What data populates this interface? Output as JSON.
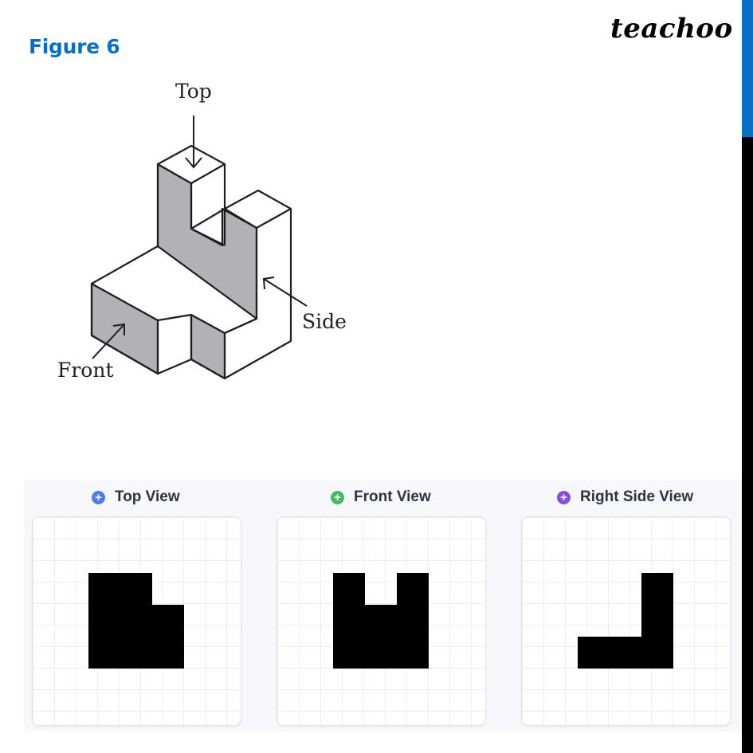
{
  "figure": {
    "title": "Figure 6"
  },
  "brand": {
    "logo_text": "teachoo"
  },
  "isometric": {
    "labels": {
      "top": "Top",
      "side": "Side",
      "front": "Front"
    },
    "colors": {
      "shade": "#b1b2b6",
      "line": "#1e1e1e"
    }
  },
  "views": [
    {
      "label": "Top View",
      "icon": "plus-circle-icon",
      "icon_color": "#4f7de0",
      "cells": [
        [
          0,
          0
        ],
        [
          1,
          0
        ],
        [
          0,
          1
        ],
        [
          1,
          1
        ],
        [
          2,
          1
        ],
        [
          0,
          2
        ],
        [
          1,
          2
        ],
        [
          2,
          2
        ]
      ]
    },
    {
      "label": "Front View",
      "icon": "plus-circle-icon",
      "icon_color": "#4cb963",
      "cells": [
        [
          0,
          0
        ],
        [
          2,
          0
        ],
        [
          0,
          1
        ],
        [
          1,
          1
        ],
        [
          2,
          1
        ],
        [
          0,
          2
        ],
        [
          1,
          2
        ],
        [
          2,
          2
        ]
      ]
    },
    {
      "label": "Right Side View",
      "icon": "plus-circle-icon",
      "icon_color": "#8a4fd8",
      "cells": [
        [
          2,
          0
        ],
        [
          2,
          1
        ],
        [
          0,
          2
        ],
        [
          1,
          2
        ],
        [
          2,
          2
        ]
      ]
    }
  ],
  "colors": {
    "title_blue": "#0a6fc2",
    "scrollbar_thumb": "#0a6fc2",
    "scrollbar_track": "#000000",
    "view_bg": "#f7f8fb",
    "grid_line": "#eceef3"
  }
}
